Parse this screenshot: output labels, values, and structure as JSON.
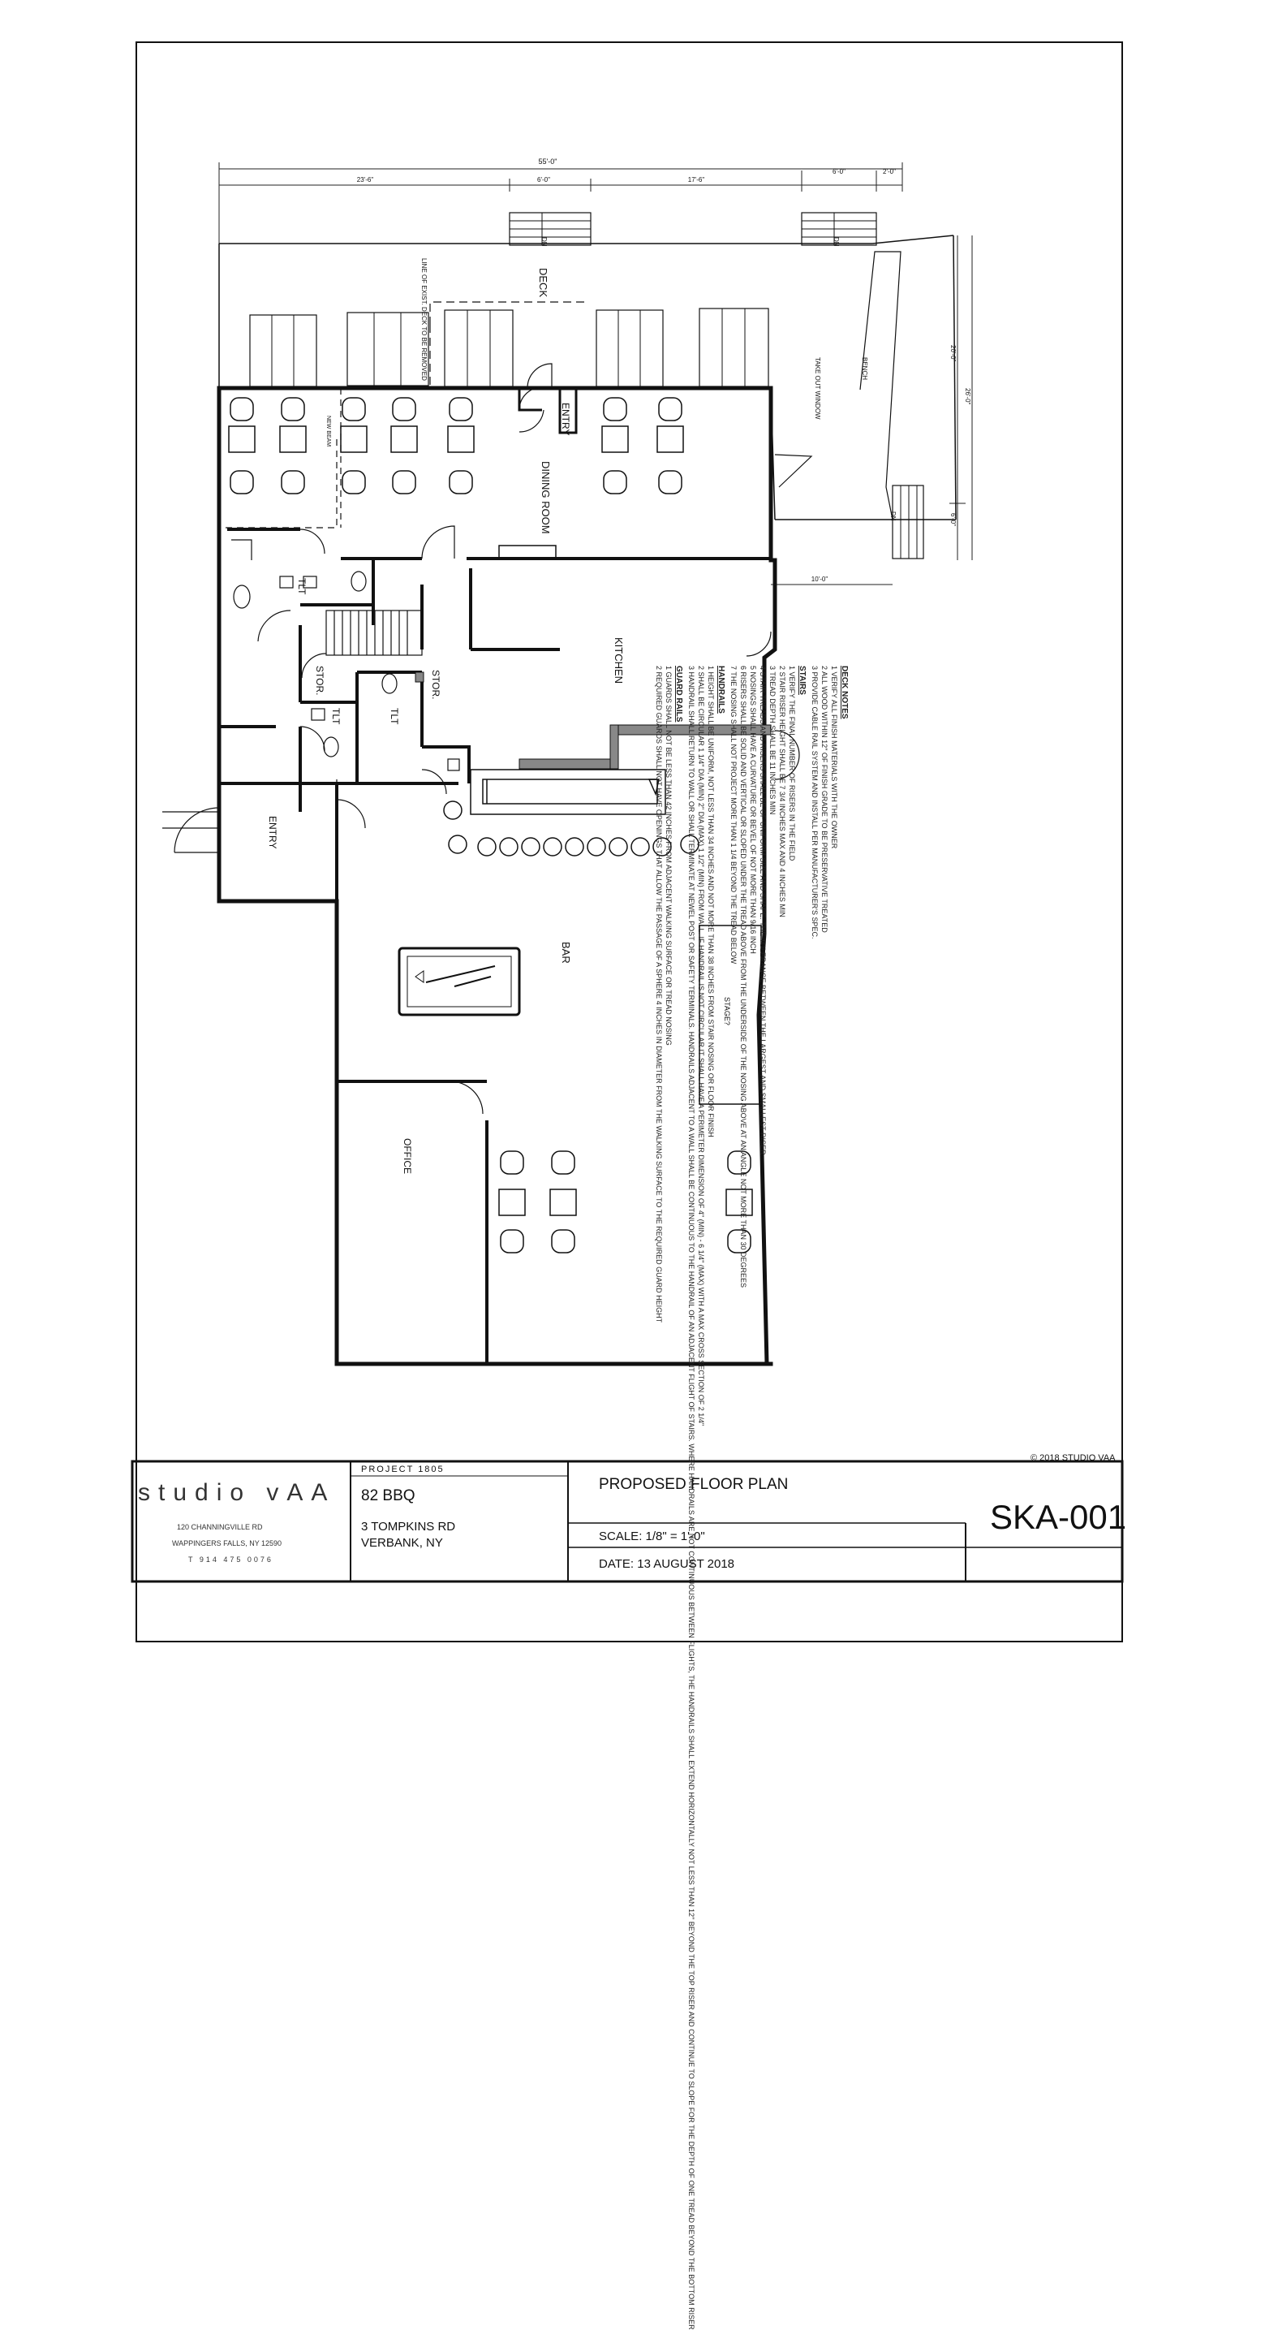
{
  "title_block": {
    "firm_name": "studio vAA",
    "firm_address_line1": "120 CHANNINGVILLE RD",
    "firm_address_line2": "WAPPINGERS FALLS, NY 12590",
    "firm_phone": "T 914 475 0076",
    "project_number": "PROJECT 1805",
    "project_name": "82 BBQ",
    "project_address_line1": "3 TOMPKINS RD",
    "project_address_line2": "VERBANK, NY",
    "drawing_title": "PROPOSED FLOOR PLAN",
    "scale": "SCALE:  1/8\" = 1'-0\"",
    "date": "DATE:  13 AUGUST 2018",
    "sheet_number": "SKA-001",
    "copyright": "© 2018 STUDIO VAA"
  },
  "rooms": {
    "deck": "DECK",
    "dining_room": "DINING ROOM",
    "entry_front": "ENTRY",
    "entry_side": "ENTRY",
    "kitchen": "KITCHEN",
    "stor_1": "STOR.",
    "stor_2": "STOR.",
    "tlt_1": "TLT",
    "tlt_2": "TLT",
    "tlt_3": "TLT",
    "bar": "BAR",
    "office": "OFFICE",
    "stage": "STAGE?"
  },
  "annotations": {
    "line_of_deck": "LINE OF EXIST. DECK TO BE REMOVED",
    "take_out": "TAKE OUT WINDOW",
    "bench": "BENCH",
    "new_beam": "NEW BEAM",
    "dn_1": "DN",
    "dn_2": "DN",
    "dn_3": "DN"
  },
  "dimensions": {
    "overall": "55'-0\"",
    "d1": "23'-6\"",
    "d2": "6'-0\"",
    "d3": "17'-6\"",
    "d4": "6'-0\"",
    "d5": "2'-0\"",
    "side_total": "26'-0\"",
    "side_a": "20'-0\"",
    "side_b": "6'-0\"",
    "bottom": "10'-0\""
  },
  "notes": {
    "deck_heading": "DECK NOTES",
    "deck": [
      "1  VERIFY ALL FINISH MATERIALS WITH THE OWNER",
      "2  ALL WOOD WITHIN 12\" OF FINISH GRADE TO BE PRESERVATIVE TREATED",
      "3  PROVIDE CABLE RAIL SYSTEM AND INSTALL PER MANUFACTURER'S SPEC."
    ],
    "stairs_heading": "STAIRS",
    "stairs": [
      "1  VERIFY THE FINAL NUMBER OF RISERS IN THE FIELD",
      "2  STAIR RISER HEIGHT SHALL BE 7 3/4 INCHES MAX AND 4 INCHES MIN",
      "3  TREAD DEPTH SHALL BE 11 INCHES MIN",
      "4  STAIR TREADS AND RISERS SHALL BE OF UNIFORM SIZE AND SHAPE. THE TOLERANCE BETWEEN THE LARGEST AND SMALLEST RISER",
      "5  NOSINGS SHALL HAVE A CURVATURE OR BEVEL OF NOT MORE THAN 9/16 INCH",
      "6  RISERS SHALL BE SOLID AND VERTICAL OR SLOPED UNDER THE TREAD ABOVE FROM THE UNDERSIDE OF THE NOSING ABOVE AT AN ANGLE NOT MORE THAN 30 DEGREES",
      "7  THE NOSING SHALL NOT PROJECT MORE THAN 1 1/4 BEYOND THE TREAD BELOW"
    ],
    "handrails_heading": "HANDRAILS",
    "handrails": [
      "1  HEIGHT SHALL BE UNIFORM, NOT LESS THAN 34 INCHES AND NOT MORE THAN 38 INCHES FROM STAIR NOSING OR FLOOR FINISH",
      "2  SHALL BE CIRCULAR 1 1/4\" DIA (MIN) 2\" DIA (MAX) 1 1/2\" (MIN) FROM WALL. IF HANDRAIL IS NOT CIRCULAR IT SHALL HAVE A PERIMETER DIMENSION OF 4\" (MIN) - 6 1/4\" (MAX) WITH A MAX CROSS SECTION OF 2 1/4\"",
      "3  HANDRAIL SHALL RETURN TO WALL OR SHALL TERMINATE AT NEWEL POST OR SAFETY TERMINALS. HANDRAILS ADJACENT TO A WALL SHALL BE CONTINUOUS TO THE HANDRAIL OF AN ADJACENT FLIGHT OF STAIRS. WHERE HANDRAILS ARE NOT CONTINUOUS BETWEEN FLIGHTS, THE HANDRAILS SHALL EXTEND HORIZONTALLY NOT LESS THAN 12\" BEYOND THE TOP RISER AND CONTINUE TO SLOPE FOR THE DEPTH OF ONE TREAD BEYOND THE BOTTOM RISER"
    ],
    "guard_heading": "GUARD RAILS",
    "guard": [
      "1  GUARDS SHALL NOT BE LESS THAN 42 INCHES FROM ADJACENT WALKING SURFACE OR TREAD NOSING",
      "2  REQUIRED GUARDS SHALL NOT HAVE OPENINGS THAT ALLOW THE PASSAGE OF A SPHERE 4 INCHES IN DIAMETER FROM THE WALKING SURFACE TO THE REQUIRED GUARD HEIGHT"
    ]
  }
}
